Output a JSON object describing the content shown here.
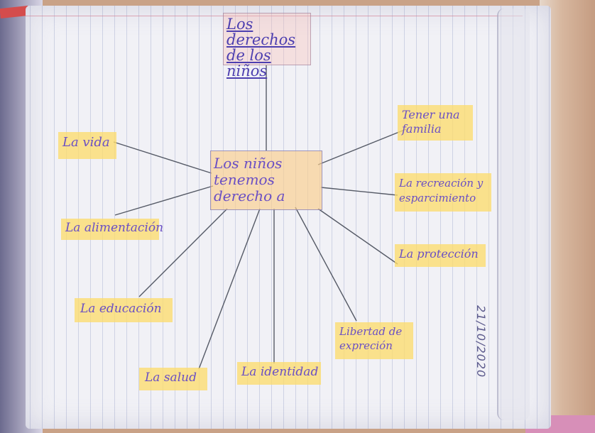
{
  "title": "Los derechos de los niños",
  "center": "Los niños tenemos derecho a",
  "branches": [
    {
      "id": "vida",
      "label": "La vida"
    },
    {
      "id": "alimentacion",
      "label": "La alimentación"
    },
    {
      "id": "educacion",
      "label": "La educación"
    },
    {
      "id": "salud",
      "label": "La salud"
    },
    {
      "id": "identidad",
      "label": "La identidad"
    },
    {
      "id": "expresion",
      "label": "Libertad de expreción"
    },
    {
      "id": "proteccion",
      "label": "La protección"
    },
    {
      "id": "recreacion",
      "label": "La recreación y esparcimiento"
    },
    {
      "id": "familia",
      "label": "Tener una familia"
    }
  ],
  "date": "21/10/2020",
  "colors": {
    "highlight": "#fcd56a",
    "ink": "#6a4fc4",
    "first_letter": "#d43a3a",
    "line": "#555a66"
  }
}
